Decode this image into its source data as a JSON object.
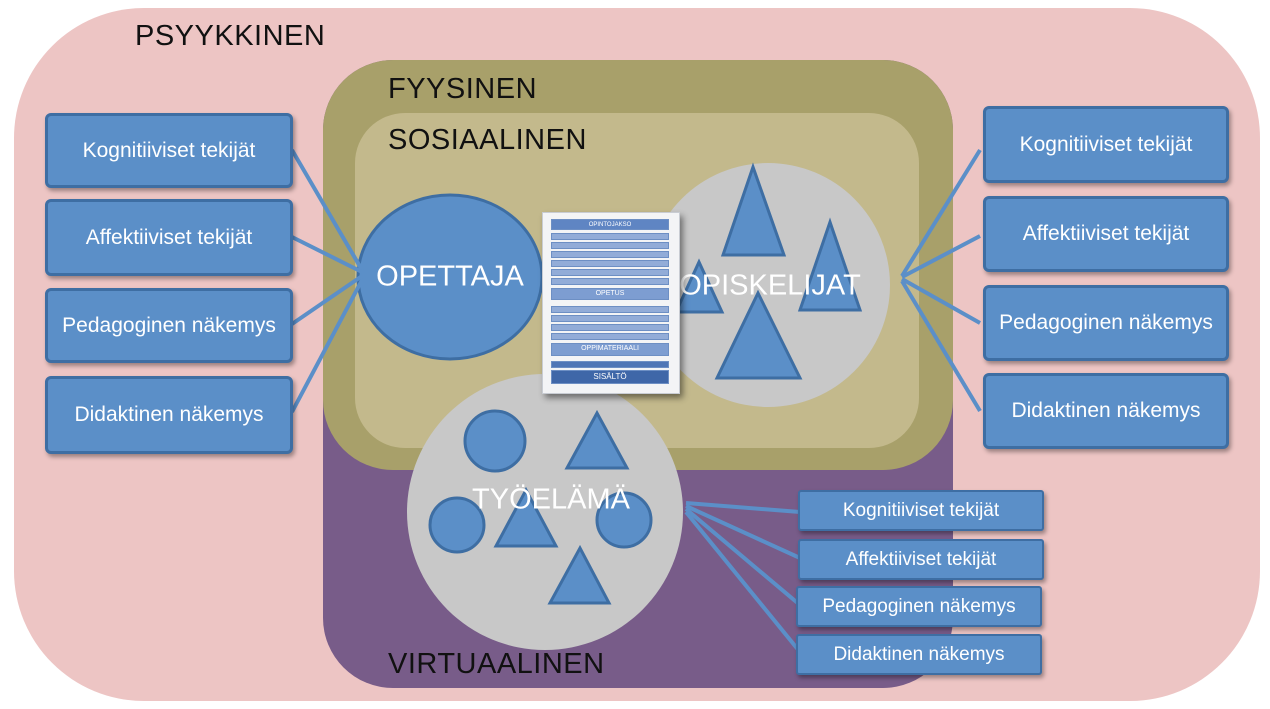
{
  "regions": {
    "psyykkinen": "PSYYKKINEN",
    "fyysinen": "FYYSINEN",
    "sosiaalinen": "SOSIAALINEN",
    "virtuaalinen": "VIRTUAALINEN"
  },
  "actors": {
    "opettaja": "OPETTAJA",
    "opiskelijat": "OPISKELIJAT",
    "tyoelama": "TYÖELÄMÄ"
  },
  "left_boxes": [
    "Kognitiiviset tekijät",
    "Affektiiviset tekijät",
    "Pedagoginen näkemys",
    "Didaktinen näkemys"
  ],
  "right_boxes": [
    "Kognitiiviset tekijät",
    "Affektiiviset tekijät",
    "Pedagoginen näkemys",
    "Didaktinen näkemys"
  ],
  "bottom_boxes": [
    "Kognitiiviset tekijät",
    "Affektiiviset tekijät",
    "Pedagoginen näkemys",
    "Didaktinen näkemys"
  ],
  "document": {
    "title": "OPINTOJAKSO",
    "opetus": "OPETUS",
    "oppimateriaali": "OPPIMATERIAALI",
    "sisalto": "SISÄLTÖ"
  },
  "colors": {
    "psyykkinen": "#edc5c4",
    "fyysinen": "#a8a06a",
    "sosiaalinen": "#c3b98c",
    "virtuaalinen": "#785c89",
    "circle": "#c8c8c8",
    "shape": "#5b8fc8"
  }
}
